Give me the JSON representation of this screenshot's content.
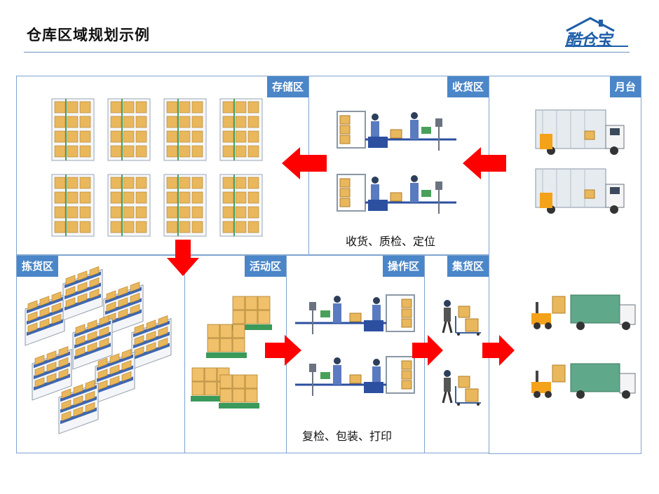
{
  "page": {
    "title": "仓库区域规划示例"
  },
  "logo": {
    "text": "酷仓宝"
  },
  "zones": {
    "storage": "存储区",
    "receiving": "收货区",
    "dock": "月台",
    "picking": "拣货区",
    "activity": "活动区",
    "operation": "操作区",
    "collection": "集货区"
  },
  "captions": {
    "receiving": "收货、质检、定位",
    "operation": "复检、包装、打印"
  },
  "colors": {
    "accent": "#4a86c8",
    "arrow": "#ff0000",
    "border": "#7fa3cf"
  }
}
